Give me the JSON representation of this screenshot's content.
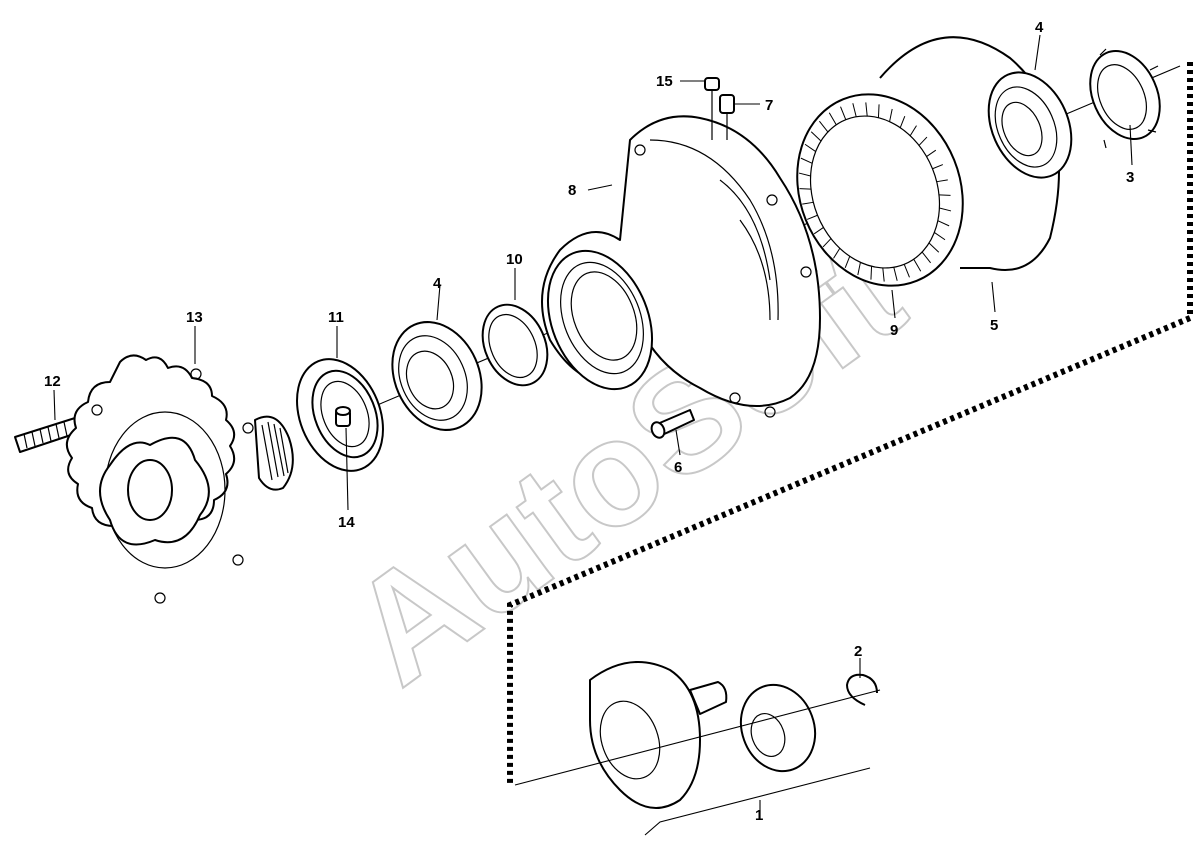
{
  "watermark": "AutoSoft",
  "callouts": [
    {
      "id": "c1",
      "text": "1"
    },
    {
      "id": "c2",
      "text": "2"
    },
    {
      "id": "c3",
      "text": "3"
    },
    {
      "id": "c4a",
      "text": "4"
    },
    {
      "id": "c4b",
      "text": "4"
    },
    {
      "id": "c5",
      "text": "5"
    },
    {
      "id": "c6",
      "text": "6"
    },
    {
      "id": "c7",
      "text": "7"
    },
    {
      "id": "c8",
      "text": "8"
    },
    {
      "id": "c9",
      "text": "9"
    },
    {
      "id": "c10",
      "text": "10"
    },
    {
      "id": "c11",
      "text": "11"
    },
    {
      "id": "c12",
      "text": "12"
    },
    {
      "id": "c13",
      "text": "13"
    },
    {
      "id": "c14",
      "text": "14"
    },
    {
      "id": "c15",
      "text": "15"
    }
  ]
}
